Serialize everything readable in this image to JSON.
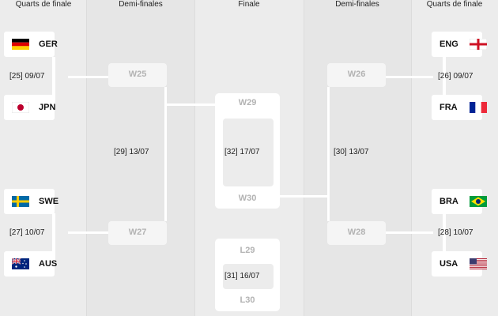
{
  "headers": {
    "quarter_left": "Quarts de finale",
    "semi_left": "Demi-finales",
    "final": "Finale",
    "semi_right": "Demi-finales",
    "quarter_right": "Quarts de finale"
  },
  "teams": {
    "ger": "GER",
    "jpn": "JPN",
    "swe": "SWE",
    "aus": "AUS",
    "eng": "ENG",
    "fra": "FRA",
    "bra": "BRA",
    "usa": "USA"
  },
  "matches": {
    "m25": "[25] 09/07",
    "m26": "[26] 09/07",
    "m27": "[27] 10/07",
    "m28": "[28] 10/07",
    "m29": "[29] 13/07",
    "m30": "[30] 13/07",
    "m31": "[31] 16/07",
    "m32": "[32] 17/07"
  },
  "placeholders": {
    "w25": "W25",
    "w26": "W26",
    "w27": "W27",
    "w28": "W28",
    "w29": "W29",
    "w30": "W30",
    "l29": "L29",
    "l30": "L30"
  }
}
